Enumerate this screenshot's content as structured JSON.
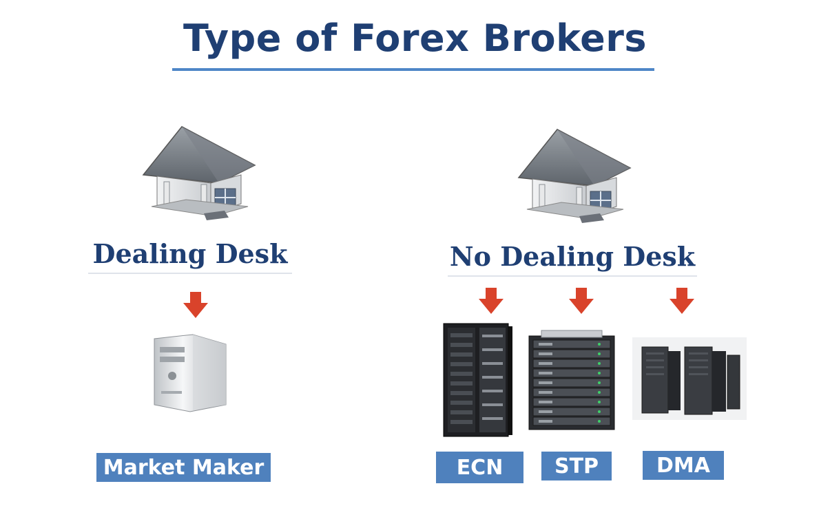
{
  "title": "Type of Forex Brokers",
  "accent_colors": {
    "title": "#1f3f73",
    "rule": "#4e86c7",
    "badge": "#4f81bd",
    "arrow": "#d9432b"
  },
  "branches": [
    {
      "label": "Dealing Desk",
      "icon": "house-icon",
      "items": [
        {
          "label": "Market Maker",
          "icon": "desktop-tower-icon"
        }
      ]
    },
    {
      "label": "No Dealing Desk",
      "icon": "house-icon",
      "items": [
        {
          "label": "ECN",
          "icon": "server-rack-icon"
        },
        {
          "label": "STP",
          "icon": "server-stack-icon"
        },
        {
          "label": "DMA",
          "icon": "server-cluster-icon"
        }
      ]
    }
  ]
}
